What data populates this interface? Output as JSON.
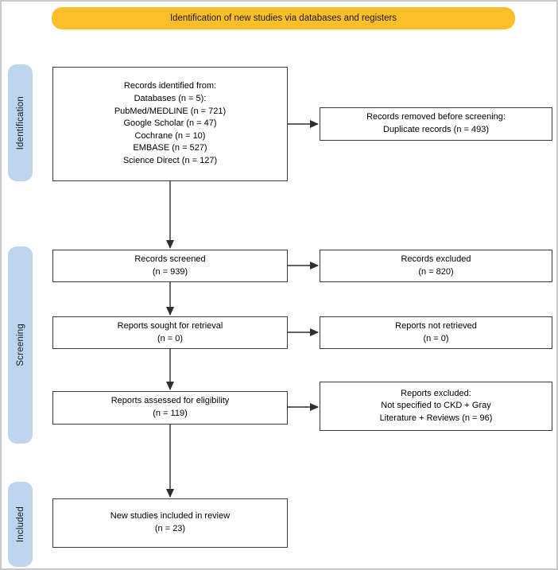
{
  "banner": {
    "label": "Identification of new studies via databases and registers"
  },
  "sidebar": {
    "identification": "Identification",
    "screening": "Screening",
    "included": "Included"
  },
  "flow": {
    "records_identified": "Records identified from:\nDatabases (n = 5):\nPubMed/MEDLINE (n = 721)\nGoogle Scholar (n = 47)\nCochrane (n = 10)\nEMBASE (n = 527)\nScience Direct (n = 127)",
    "records_removed": "Records removed before screening:\nDuplicate records (n = 493)",
    "records_screened": "Records screened\n(n = 939)",
    "records_excluded": "Records excluded\n(n = 820)",
    "reports_sought": "Reports sought for retrieval\n(n = 0)",
    "reports_not_retrieved": "Reports not retrieved\n(n = 0)",
    "reports_assessed": "Reports assessed for eligibility\n(n = 119)",
    "reports_excluded": "Reports excluded:\nNot specified to CKD + Gray\nLiterature + Reviews (n = 96)",
    "new_studies": "New studies included in review\n(n = 23)"
  },
  "colors": {
    "banner_bg": "#fcbf29",
    "sidebar_bg": "#bdd5ee",
    "box_border": "#3a3a3a",
    "arrow": "#2e2e2e",
    "canvas_border": "#c9c9c9",
    "text": "#000000"
  }
}
